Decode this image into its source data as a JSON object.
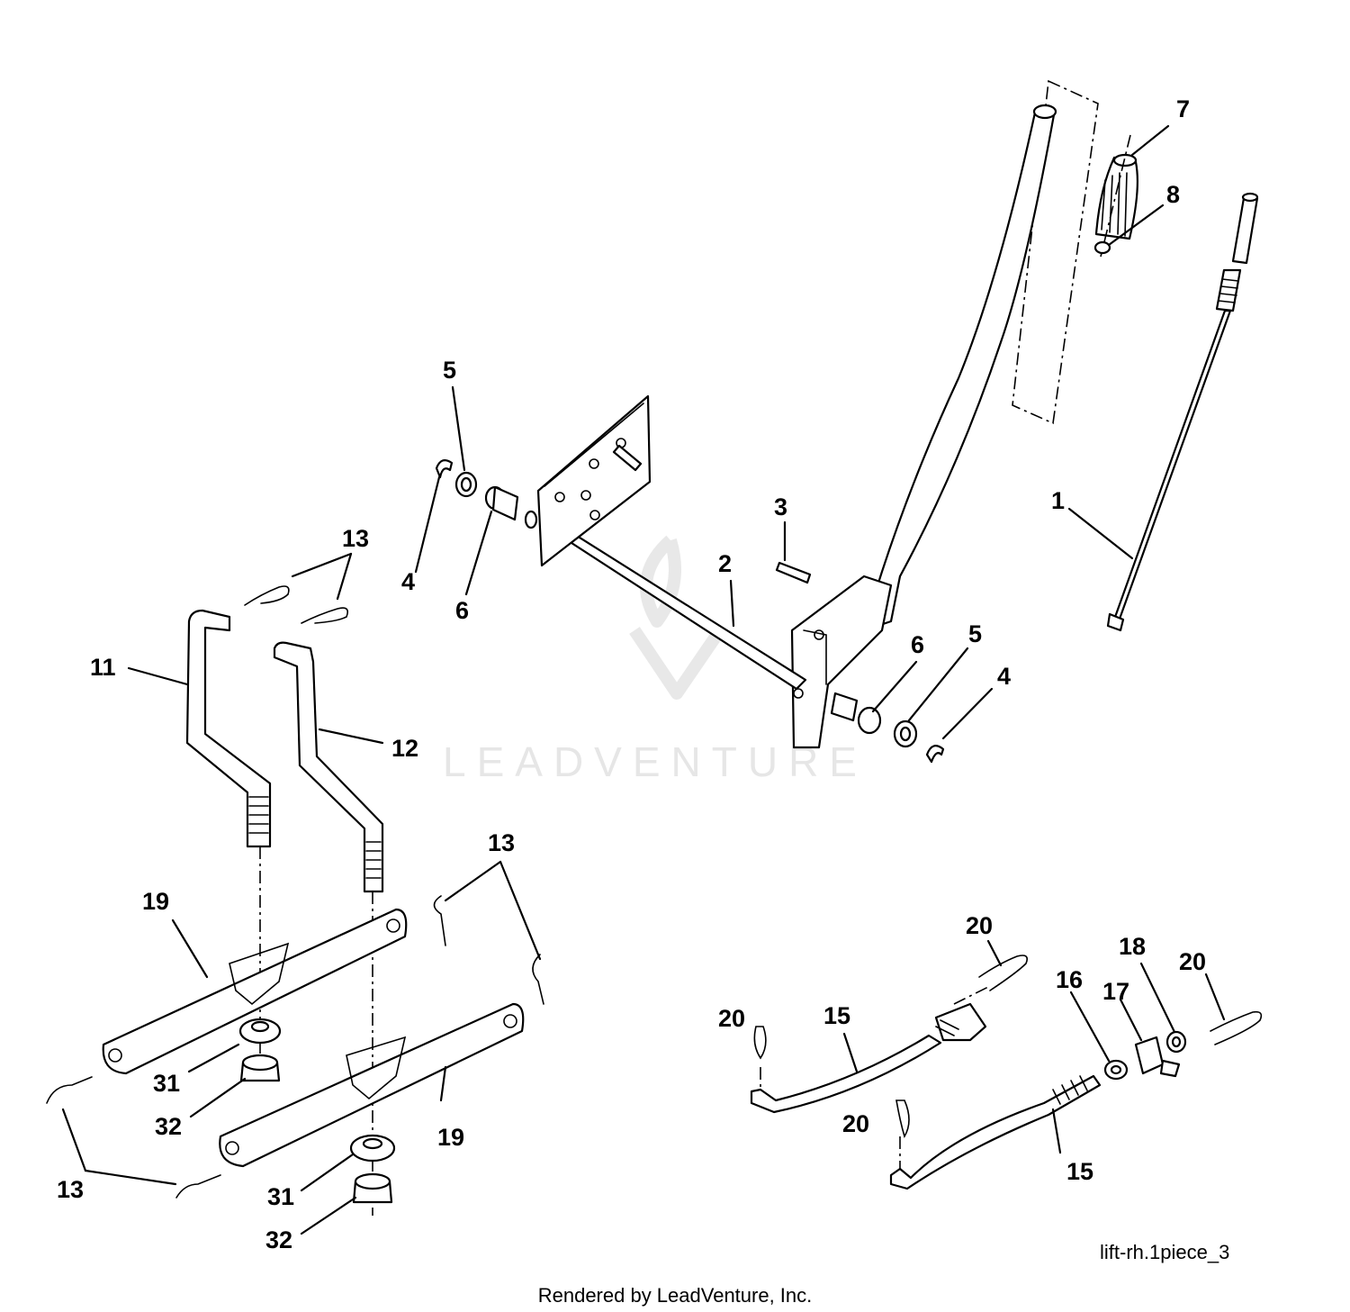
{
  "labels": {
    "l1": "1",
    "l2": "2",
    "l3": "3",
    "l4a": "4",
    "l4b": "4",
    "l5a": "5",
    "l5b": "5",
    "l6a": "6",
    "l6b": "6",
    "l7": "7",
    "l8": "8",
    "l11": "11",
    "l12": "12",
    "l13a": "13",
    "l13b": "13",
    "l13c": "13",
    "l15a": "15",
    "l15b": "15",
    "l16": "16",
    "l17": "17",
    "l18": "18",
    "l19a": "19",
    "l19b": "19",
    "l20a": "20",
    "l20b": "20",
    "l20c": "20",
    "l20d": "20",
    "l31a": "31",
    "l31b": "31",
    "l32a": "32",
    "l32b": "32"
  },
  "watermark": "LEADVENTURE",
  "drawing_ref": "lift-rh.1piece_3",
  "footer": "Rendered by LeadVenture, Inc."
}
